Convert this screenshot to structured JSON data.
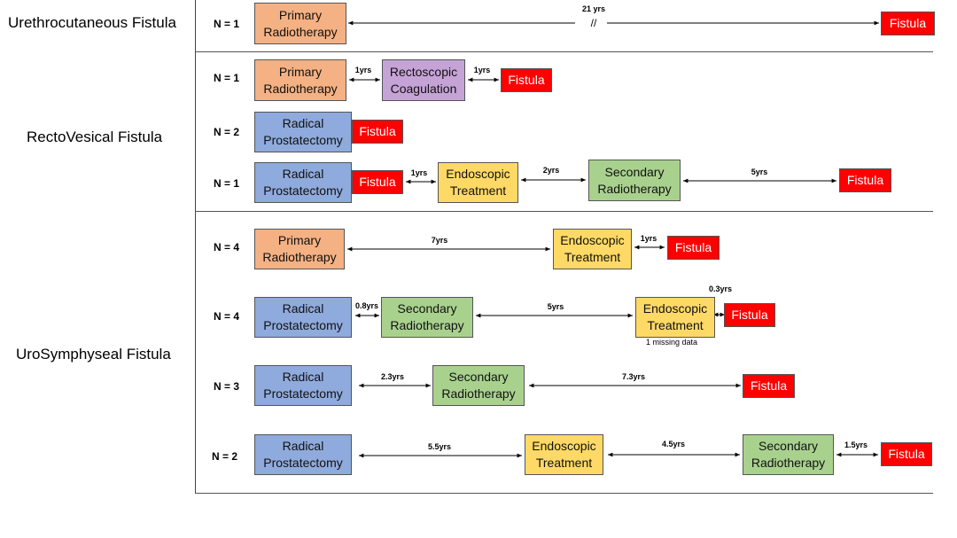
{
  "colors": {
    "primary_radiotherapy": "#F4B183",
    "rectoscopic_coagulation": "#C5A3D6",
    "radical_prostatectomy": "#8FAADC",
    "endoscopic_treatment": "#FFD966",
    "secondary_radiotherapy": "#A9D18E",
    "fistula": "#FF0000"
  },
  "categories": {
    "urethrocutaneous": "Urethrocutaneous Fistula",
    "rectovesical": "RectoVesical Fistula",
    "urosymphyseal": "UroSymphyseal Fistula"
  },
  "rows": [
    {
      "n": "N = 1",
      "labels": {
        "primary_radiotherapy": "Primary Radiotherapy",
        "fistula": "Fistula"
      },
      "intervals": [
        "21 yrs"
      ],
      "break_mark": "//"
    },
    {
      "n": "N = 1",
      "labels": {
        "primary_radiotherapy": "Primary Radiotherapy",
        "rectoscopic_coagulation": "Rectoscopic Coagulation",
        "fistula": "Fistula"
      },
      "intervals": [
        "1yrs",
        "1yrs"
      ]
    },
    {
      "n": "N = 2",
      "labels": {
        "radical_prostatectomy": "Radical Prostatectomy",
        "fistula": "Fistula"
      }
    },
    {
      "n": "N = 1",
      "labels": {
        "radical_prostatectomy": "Radical Prostatectomy",
        "fistula_1": "Fistula",
        "endoscopic_treatment": "Endoscopic Treatment",
        "secondary_radiotherapy": "Secondary Radiotherapy",
        "fistula_2": "Fistula"
      },
      "intervals": [
        "1yrs",
        "2yrs",
        "5yrs"
      ]
    },
    {
      "n": "N = 4",
      "labels": {
        "primary_radiotherapy": "Primary Radiotherapy",
        "endoscopic_treatment": "Endoscopic Treatment",
        "fistula": "Fistula"
      },
      "intervals": [
        "7yrs",
        "1yrs"
      ]
    },
    {
      "n": "N = 4",
      "labels": {
        "radical_prostatectomy": "Radical Prostatectomy",
        "secondary_radiotherapy": "Secondary Radiotherapy",
        "endoscopic_treatment": "Endoscopic Treatment",
        "fistula": "Fistula"
      },
      "intervals": [
        "0.8yrs",
        "5yrs",
        "0.3yrs"
      ],
      "note": "1 missing data"
    },
    {
      "n": "N = 3",
      "labels": {
        "radical_prostatectomy": "Radical Prostatectomy",
        "secondary_radiotherapy": "Secondary Radiotherapy",
        "fistula": "Fistula"
      },
      "intervals": [
        "2.3yrs",
        "7.3yrs"
      ]
    },
    {
      "n": "N = 2",
      "labels": {
        "radical_prostatectomy": "Radical Prostatectomy",
        "endoscopic_treatment": "Endoscopic Treatment",
        "secondary_radiotherapy": "Secondary Radiotherapy",
        "fistula": "Fistula"
      },
      "intervals": [
        "5.5yrs",
        "4.5yrs",
        "1.5yrs"
      ]
    }
  ]
}
